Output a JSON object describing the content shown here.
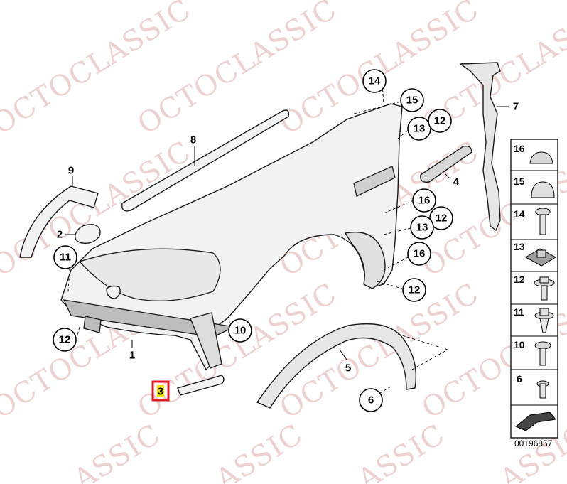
{
  "watermark": {
    "text_main": "OCTOCLASSIC",
    "text_partial": "ASSIC",
    "color": "#d89a9a"
  },
  "callouts": {
    "c14": "14",
    "c15": "15",
    "c13a": "13",
    "c12a": "12",
    "c16b": "16",
    "c12b": "12",
    "c13b": "13",
    "c16c": "16",
    "c12c": "12",
    "c11": "11",
    "c12d": "12",
    "c10": "10",
    "c6": "6"
  },
  "labels": {
    "l1": "1",
    "l2": "2",
    "l4": "4",
    "l5": "5",
    "l7": "7",
    "l8": "8",
    "l9": "9",
    "l3": "3"
  },
  "highlight": {
    "color": "#e21b23",
    "fill": "#f2e200"
  },
  "legend": {
    "items": [
      "16",
      "15",
      "14",
      "13",
      "12",
      "11",
      "10",
      "6"
    ]
  },
  "diagram_code": "00196857"
}
